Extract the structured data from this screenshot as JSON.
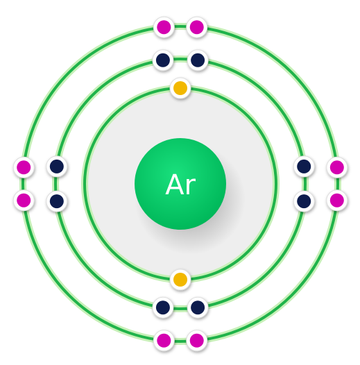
{
  "atom": {
    "symbol": "Ar",
    "colors": {
      "nucleus": "#00d26a",
      "nucleus_dark": "#00b85a",
      "shell_stroke": "#1fb34a",
      "shell_glow": "#c7f0b8",
      "core_fill": "#eeeeee",
      "electron_inner": "#f2b800",
      "electron_middle": "#0b1a4d",
      "electron_outer": "#d400b0",
      "electron_ring": "#ffffff"
    },
    "shells": [
      {
        "name": "shell-1",
        "electrons": 2,
        "electron_color_key": "electron_inner"
      },
      {
        "name": "shell-2",
        "electrons": 8,
        "electron_color_key": "electron_middle"
      },
      {
        "name": "shell-3",
        "electrons": 8,
        "electron_color_key": "electron_outer"
      }
    ]
  }
}
